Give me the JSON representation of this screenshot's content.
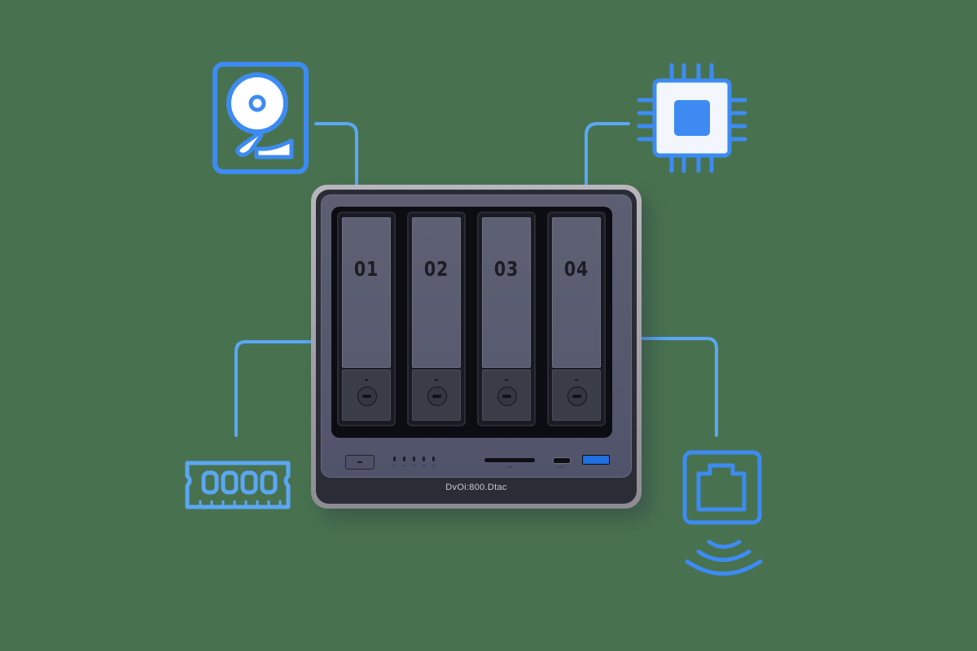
{
  "scene": {
    "background_color": "#48724f",
    "accent_color": "#3d8bf2",
    "line_color": "#5ba7f5"
  },
  "nas": {
    "brand_label": "DvOi:800.Dtac",
    "bays": [
      {
        "label": "01"
      },
      {
        "label": "02"
      },
      {
        "label": "03"
      },
      {
        "label": "04"
      }
    ],
    "front_ports": [
      "power-button",
      "status-leds",
      "sd-card-slot",
      "usb-c-port",
      "usb-a-port"
    ],
    "led_count": 5
  },
  "icons": [
    {
      "name": "hard-drive-icon",
      "position": "top-left"
    },
    {
      "name": "cpu-chip-icon",
      "position": "top-right"
    },
    {
      "name": "ram-module-icon",
      "position": "bottom-left"
    },
    {
      "name": "ethernet-wireless-icon",
      "position": "bottom-right"
    }
  ]
}
